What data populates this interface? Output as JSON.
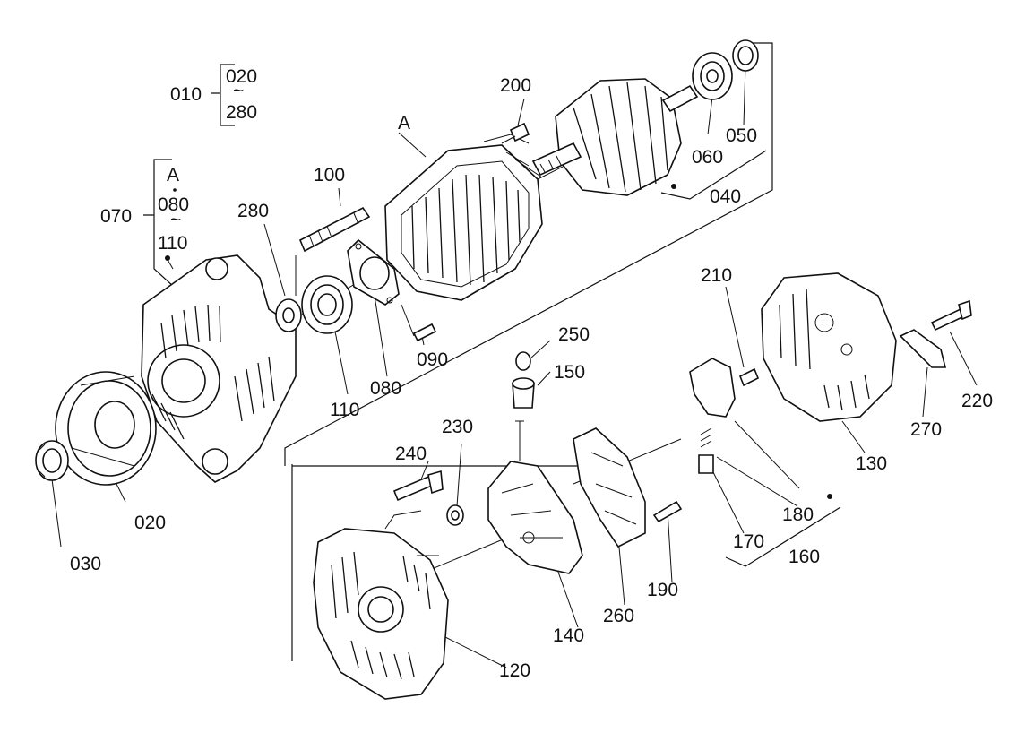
{
  "labels": {
    "l010": "010",
    "l020a": "020",
    "range_mark": "~",
    "l280a": "280",
    "lA1": "A",
    "l080a": "080",
    "l110a": "110",
    "l070": "070",
    "l280b": "280",
    "l100": "100",
    "lA2": "A",
    "l200": "200",
    "l060": "060",
    "l050": "050",
    "l040": "040",
    "l110b": "110",
    "l080b": "080",
    "l090": "090",
    "l020b": "020",
    "l030": "030",
    "l250": "250",
    "l150": "150",
    "l210": "210",
    "l220": "220",
    "l270": "270",
    "l130": "130",
    "l180": "180",
    "l170": "170",
    "l160": "160",
    "l240": "240",
    "l230": "230",
    "l190": "190",
    "l260": "260",
    "l140": "140",
    "l120": "120"
  }
}
